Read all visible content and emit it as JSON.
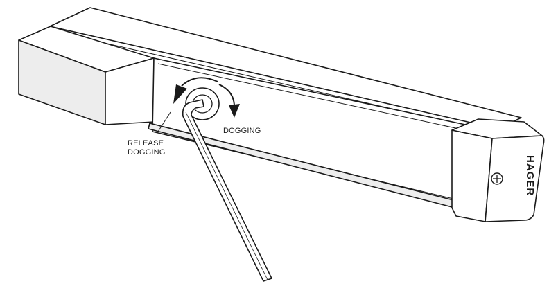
{
  "labels": {
    "dogging": "DOGGING",
    "release_line1": "RELEASE",
    "release_line2": "DOGGING",
    "brand": "HAGER"
  },
  "colors": {
    "ink": "#1a1a1a",
    "background": "#ffffff",
    "shade": "#ededed"
  },
  "icons": {
    "dogging_arrow": "clockwise-arrow-icon",
    "release_arrow": "counterclockwise-arrow-icon",
    "cap_screw": "phillips-screw-icon"
  }
}
